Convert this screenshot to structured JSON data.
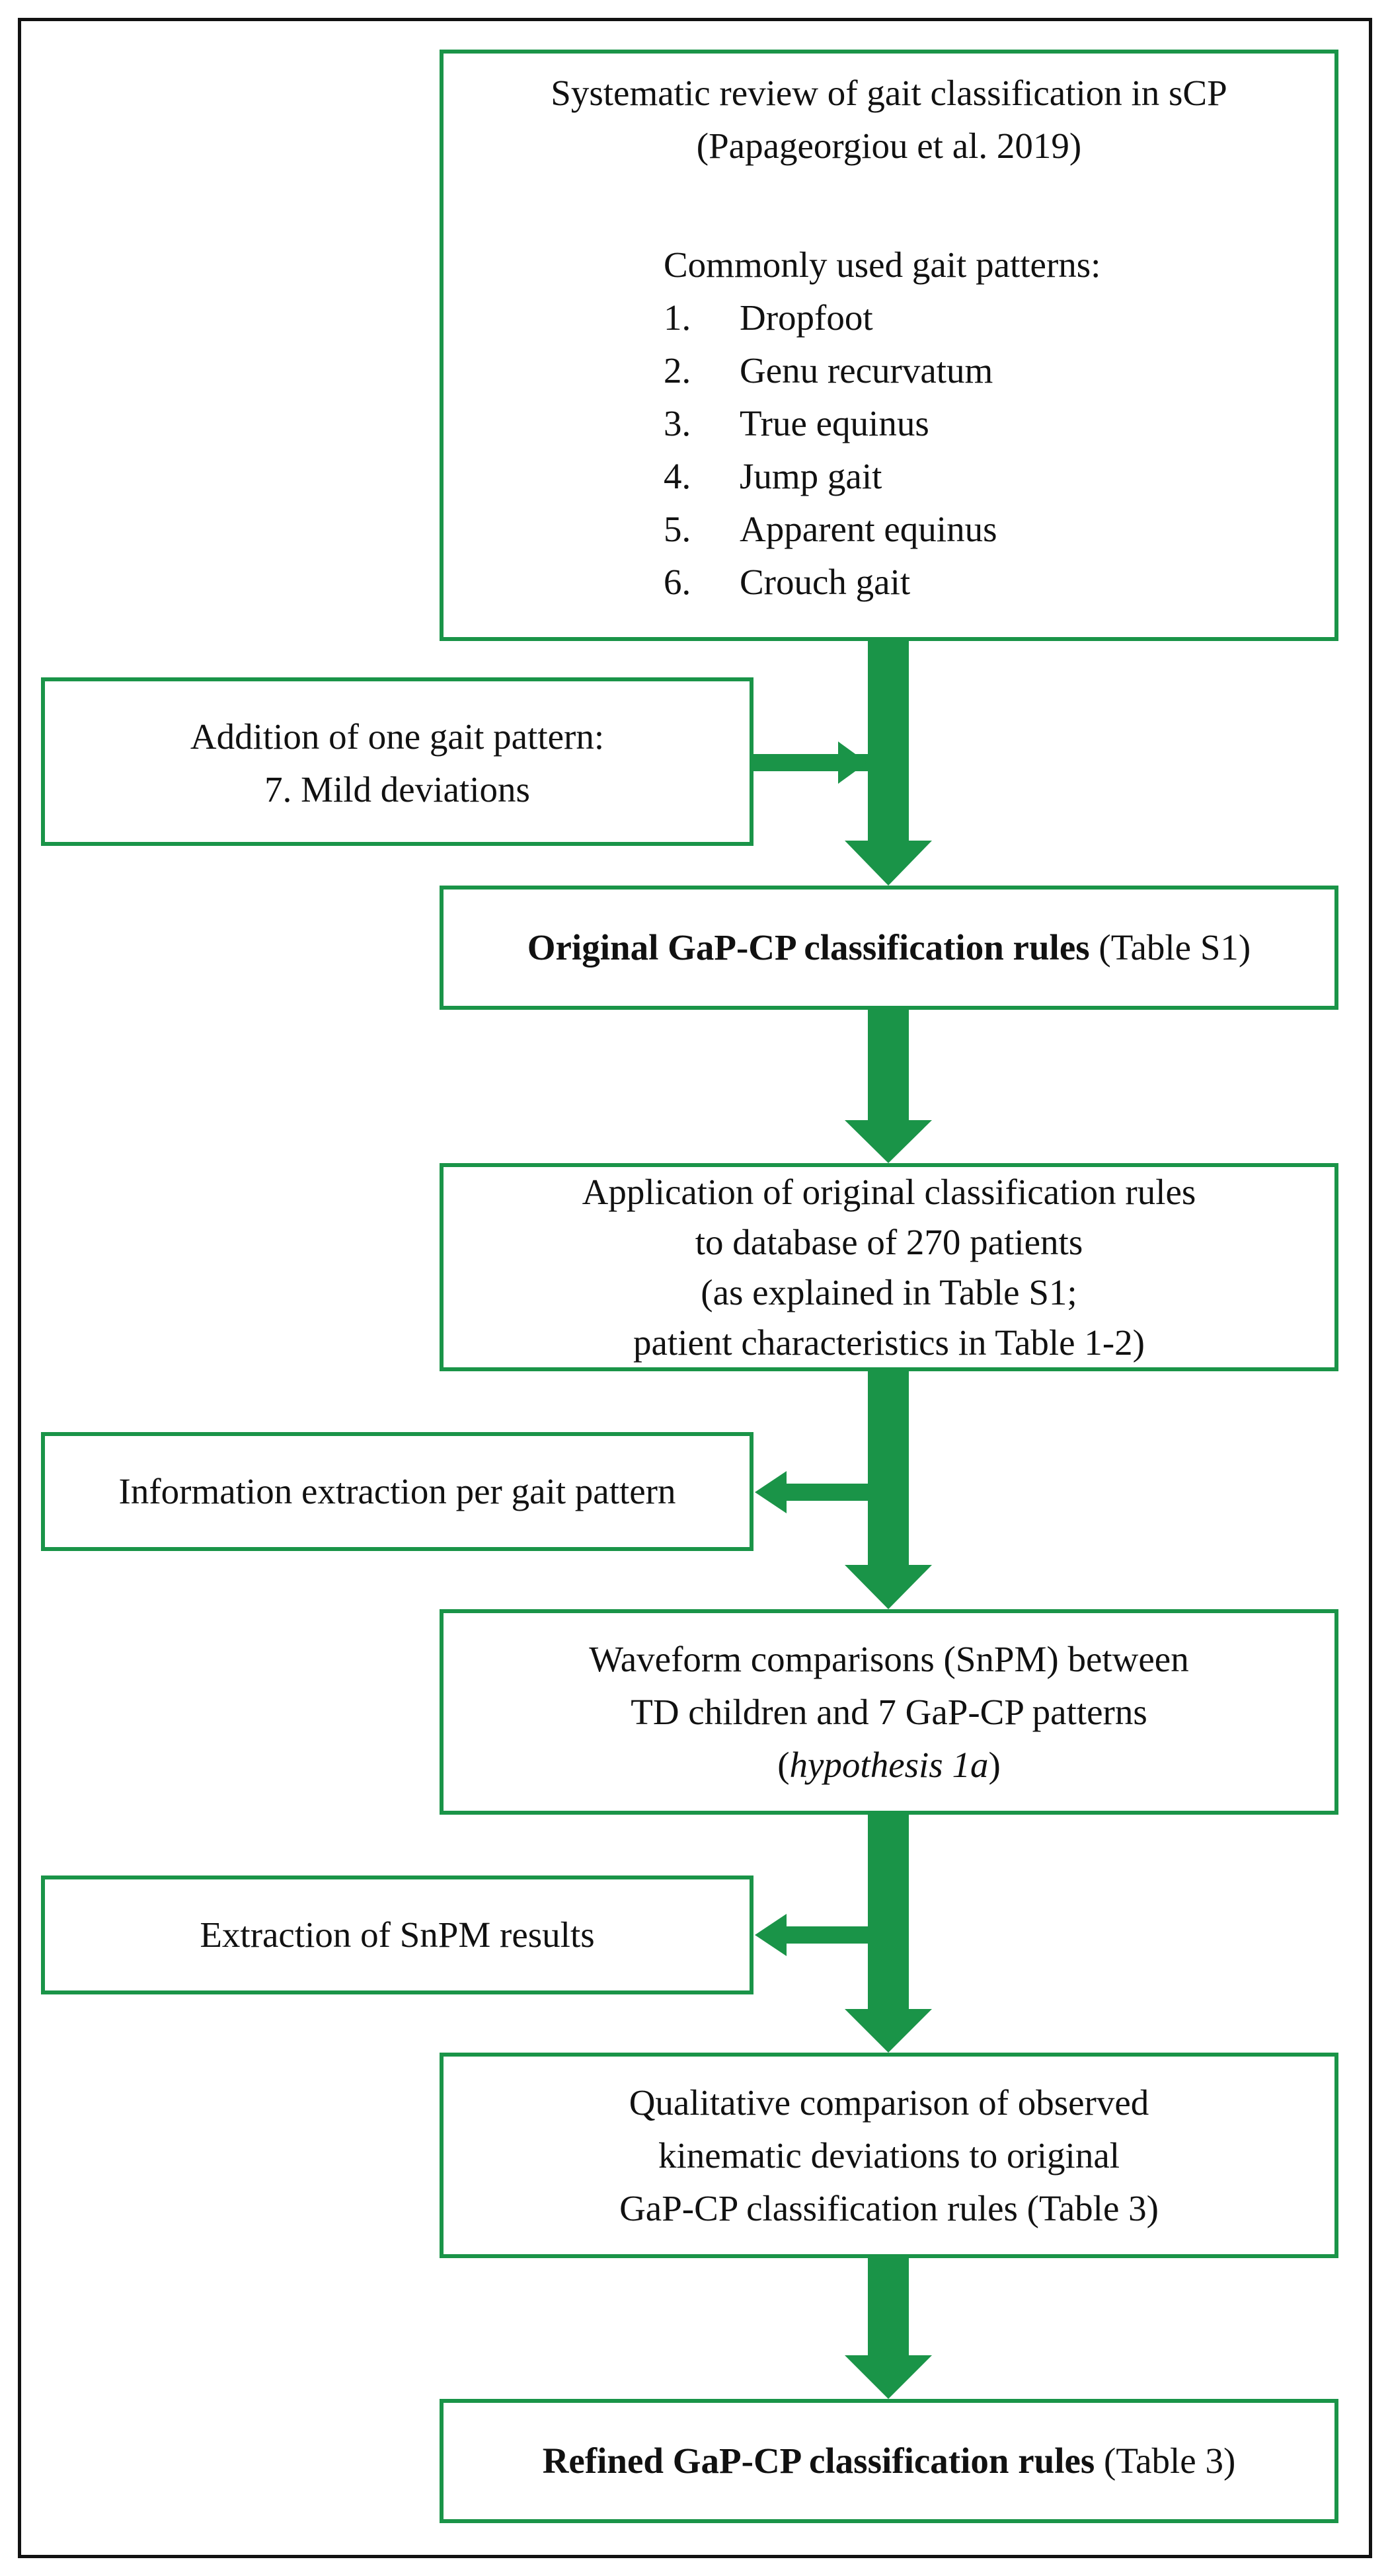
{
  "box1": {
    "title_line1": "Systematic review of gait classification in sCP",
    "title_line2": "(Papageorgiou et al. 2019)",
    "list_heading": "Commonly used gait patterns:",
    "items": [
      {
        "num": "1.",
        "label": "Dropfoot"
      },
      {
        "num": "2.",
        "label": "Genu recurvatum"
      },
      {
        "num": "3.",
        "label": "True equinus"
      },
      {
        "num": "4.",
        "label": "Jump gait"
      },
      {
        "num": "5.",
        "label": "Apparent equinus"
      },
      {
        "num": "6.",
        "label": "Crouch gait"
      }
    ]
  },
  "side1": {
    "line1": "Addition of one gait pattern:",
    "line2": "7. Mild deviations"
  },
  "box2": {
    "bold": "Original GaP-CP classification rules",
    "rest": " (Table S1)"
  },
  "box3": {
    "line1": "Application of original classification rules",
    "line2": "to database of 270 patients",
    "line3": "(as explained in Table S1;",
    "line4": "patient characteristics in Table 1-2)"
  },
  "side2": {
    "line1": "Information extraction per gait pattern"
  },
  "box4": {
    "line1": "Waveform comparisons (SnPM) between",
    "line2": "TD children and 7 GaP-CP patterns",
    "line3_open": "(",
    "line3_italic": "hypothesis 1a",
    "line3_close": ")"
  },
  "side3": {
    "line1": "Extraction of SnPM results"
  },
  "box5": {
    "line1": "Qualitative comparison of observed",
    "line2": "kinematic deviations to original",
    "line3": "GaP-CP classification rules (Table 3)"
  },
  "box6": {
    "bold": "Refined GaP-CP classification rules",
    "rest": " (Table 3)"
  },
  "colors": {
    "accent_green": "#1a9448",
    "frame": "#111111"
  }
}
